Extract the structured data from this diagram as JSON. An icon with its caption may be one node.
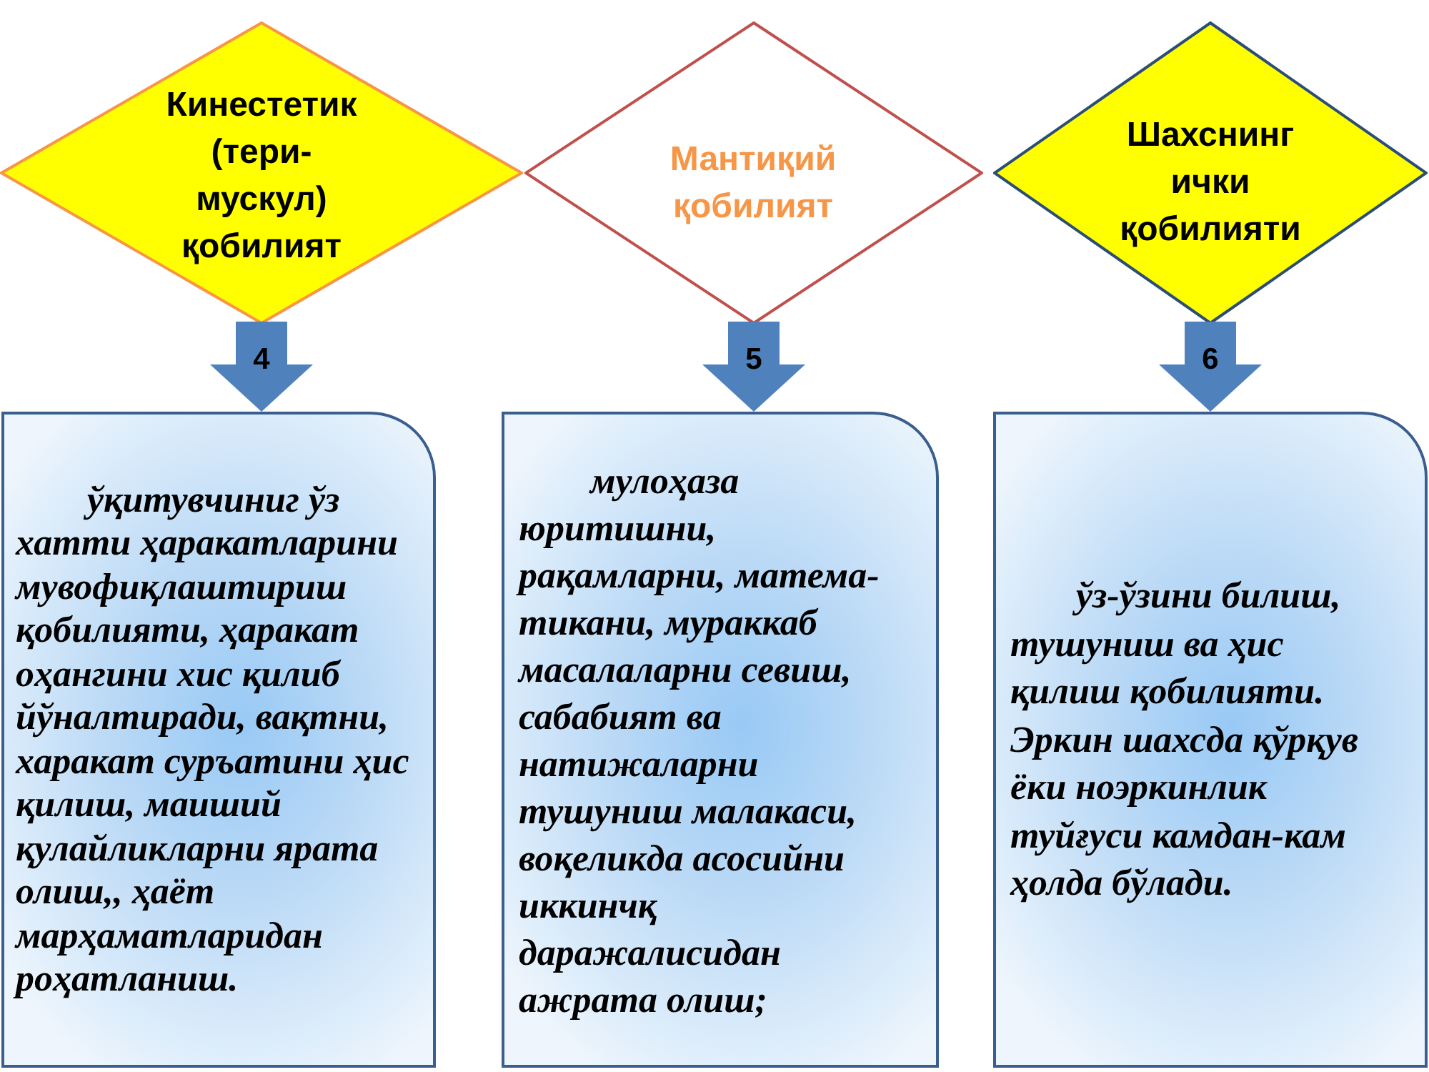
{
  "diagram": {
    "nodes": [
      {
        "text": [
          "Кинестетик (тери-мускул) қобилият"
        ]
      },
      {
        "text": [
          "Мантиқий қобилият"
        ]
      },
      {
        "text": [
          "Шахснинг ички қобилияти"
        ]
      },
      {
        "text": [
          "ўқитувчиниг ўз хатти ҳаракатларини мувофиқлаштириш қобилияти, ҳаракат оҳангини хис қилиб йўналтиради, вақтни, харакат суръатини ҳис қилиш, маиший қулайликларни ярата олиш,, ҳаёт марҳаматларидан роҳатланиш."
        ]
      },
      {
        "text": [
          "мулоҳаза юритишни, рақамларни, матема-тикани, мураккаб масалаларни севиш, сабабият ва натижаларни тушуниш малакаси, воқеликда асосийни иккинчқ даражалисидан ажрата олиш;"
        ]
      },
      {
        "text": [
          "ўз-ўзини билиш, тушуниш ва ҳис қилиш қобилияти. Эркин шахсда қўрқув ёки ноэркинлик туйғуси камдан-кам ҳолда бўлади."
        ]
      }
    ],
    "edges": [
      {
        "from": 0,
        "to": 3,
        "arrow": "to",
        "label": "4"
      },
      {
        "from": 1,
        "to": 4,
        "arrow": "to",
        "label": "5"
      },
      {
        "from": 2,
        "to": 5,
        "arrow": "to",
        "label": "6"
      }
    ]
  }
}
